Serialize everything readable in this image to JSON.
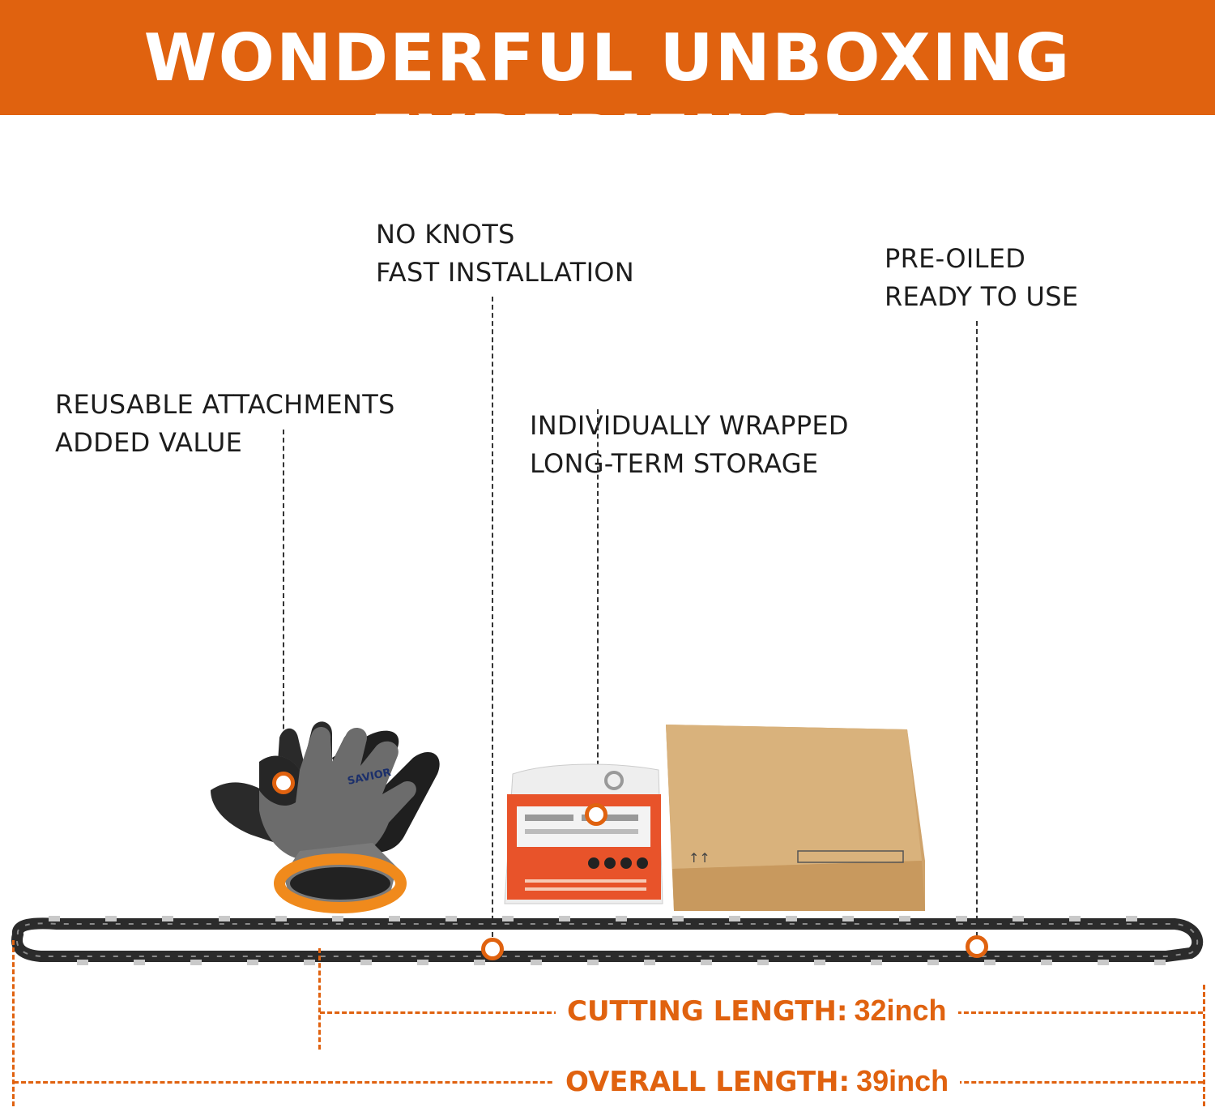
{
  "banner": {
    "title": "WONDERFUL UNBOXING EXPERIENCE"
  },
  "callouts": {
    "no_knots": {
      "line1": "NO KNOTS",
      "line2": "FAST INSTALLATION"
    },
    "pre_oiled": {
      "line1": "PRE-OILED",
      "line2": "READY TO USE"
    },
    "reusable": {
      "line1": "REUSABLE ATTACHMENTS",
      "line2": "ADDED VALUE"
    },
    "wrapped": {
      "line1": "INDIVIDUALLY WRAPPED",
      "line2": "LONG-TERM STORAGE"
    }
  },
  "glove": {
    "brand": "SAVIOR"
  },
  "dimensions": {
    "cutting": {
      "label": "CUTTING LENGTH:",
      "value": "32inch"
    },
    "overall": {
      "label": "OVERALL LENGTH:",
      "value": "39inch"
    }
  },
  "colors": {
    "accent": "#e0620f",
    "box": "#d8b07a"
  }
}
